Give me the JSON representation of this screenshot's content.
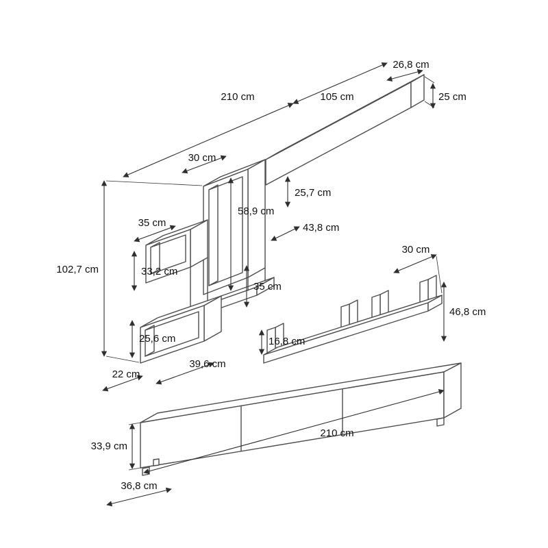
{
  "colors": {
    "background": "#ffffff",
    "furniture_line": "#4d4d4d",
    "dimension_line": "#2f2f2f",
    "label_text": "#111111"
  },
  "dimensions": {
    "top_shelf": {
      "depth": "26,8 cm",
      "width_total": "210 cm",
      "width": "105 cm",
      "height": "25 cm"
    },
    "middle_box": {
      "width": "30 cm",
      "depth": "25,7 cm",
      "height": "58,9 cm",
      "gap_right": "43,8 cm"
    },
    "left_shelf": {
      "cube_width": "35 cm",
      "cube_height": "33,2 cm",
      "total_height": "102,7 cm",
      "mid_gap": "35 cm",
      "lower_height": "25,6 cm",
      "lower_width": "39,6 cm",
      "lower_depth": "22 cm"
    },
    "tv_shelf": {
      "depth": "30 cm",
      "height": "46,8 cm",
      "divider_height": "16,8 cm"
    },
    "tv_stand": {
      "width": "210 cm",
      "height": "33,9 cm",
      "depth": "36,8 cm"
    }
  }
}
